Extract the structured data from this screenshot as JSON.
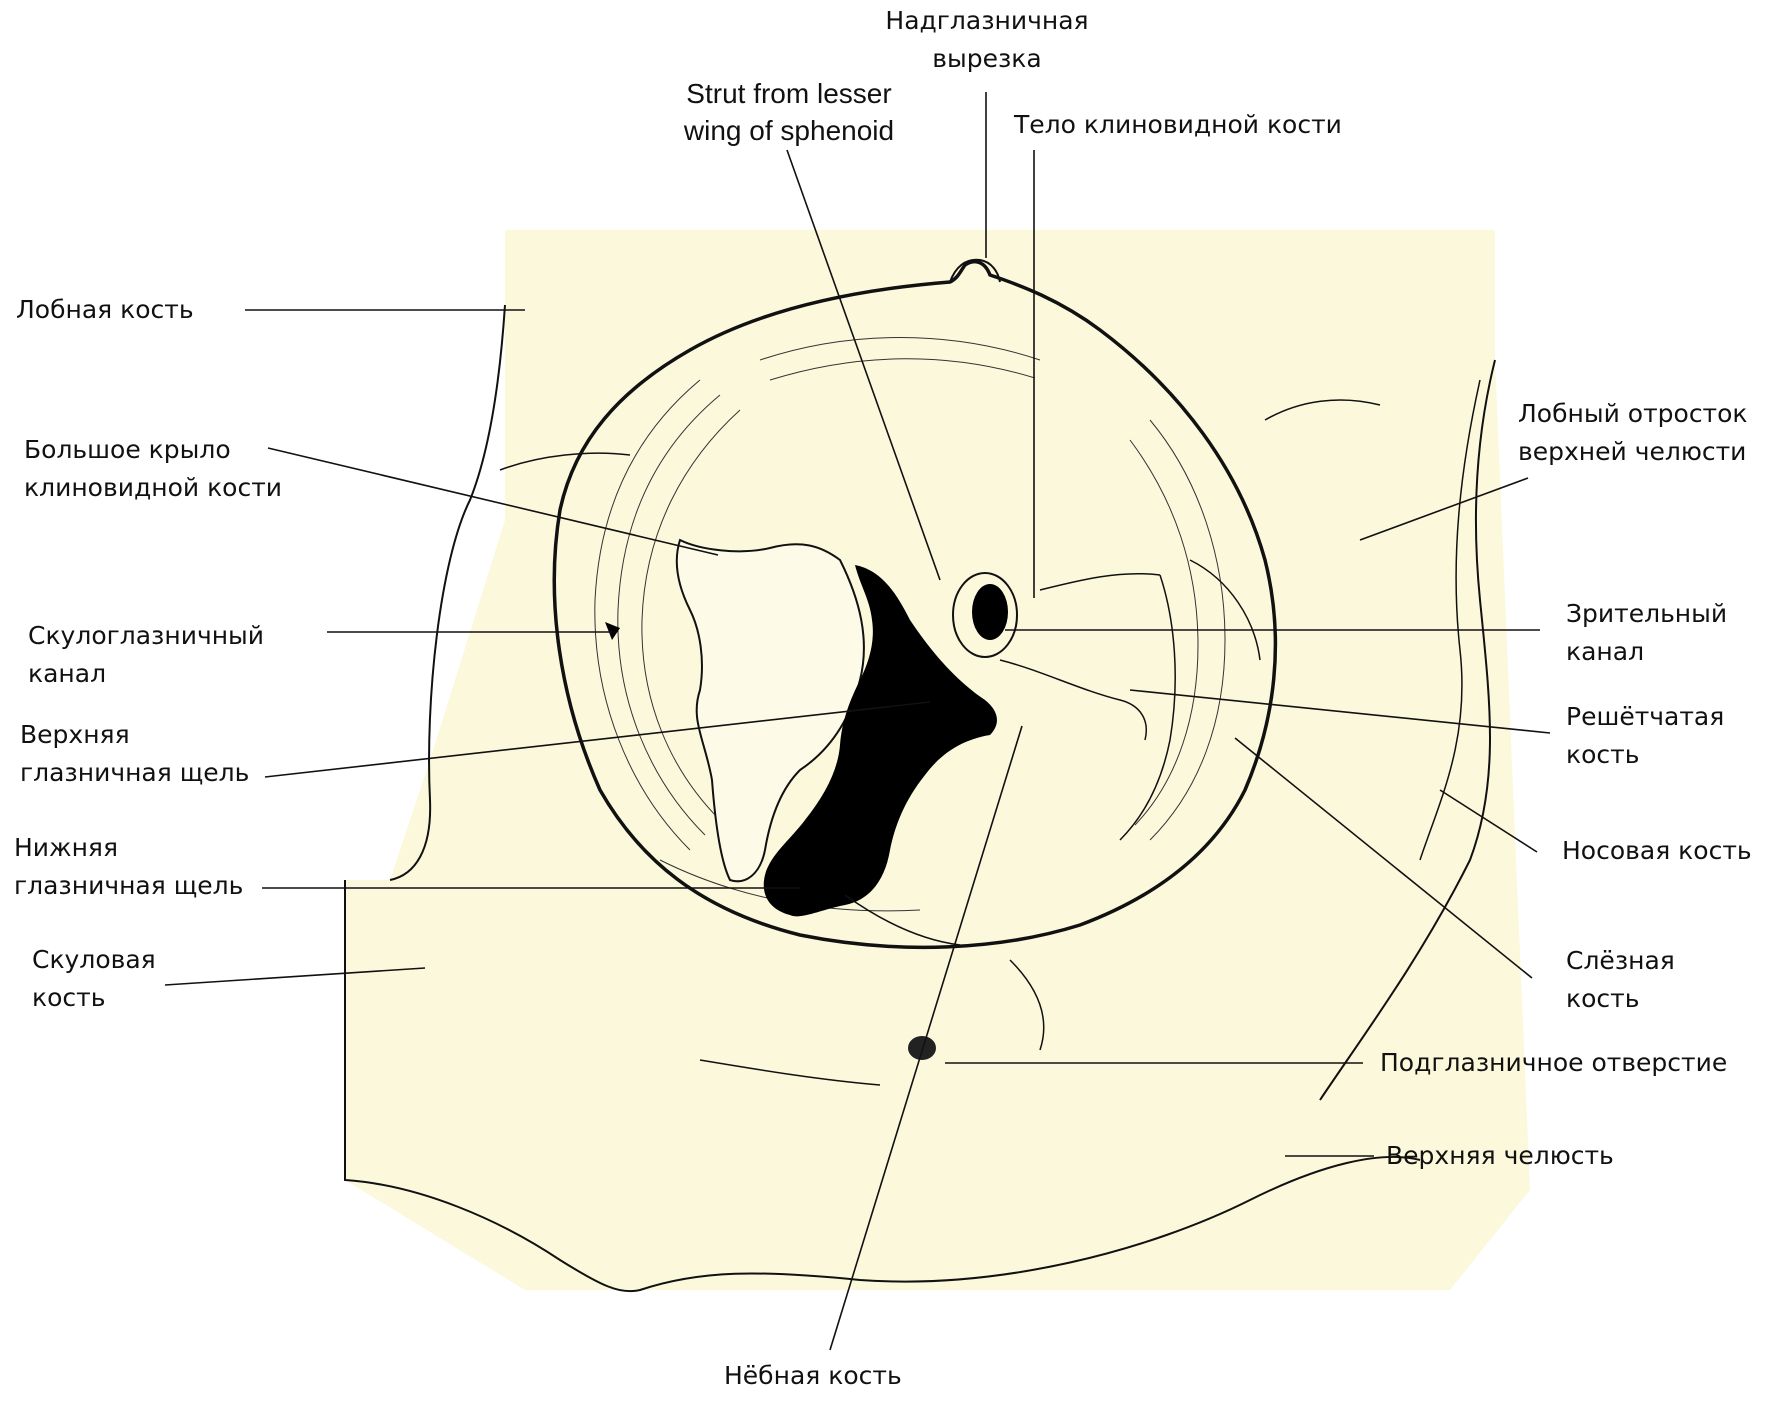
{
  "colors": {
    "background": "#ffffff",
    "bone_fill": "#fbf8dc",
    "ink": "#111111",
    "fissure": "#000000"
  },
  "labels": {
    "supraorbital_notch": [
      "Надглазничная",
      "вырезка"
    ],
    "strut_lesser_wing": [
      "Strut from lesser",
      "wing of sphenoid"
    ],
    "sphenoid_body": "Тело клиновидной кости",
    "frontal_bone": "Лобная кость",
    "greater_wing": [
      "Большое крыло",
      "клиновидной кости"
    ],
    "zygomatico_orbital_canal": [
      "Скулоглазничный",
      "канал"
    ],
    "superior_orbital_fissure": [
      "Верхняя",
      "глазничная щель"
    ],
    "inferior_orbital_fissure": [
      "Нижняя",
      "глазничная щель"
    ],
    "zygomatic_bone": [
      "Скуловая",
      "кость"
    ],
    "frontal_process_maxilla": [
      "Лобный отросток",
      "верхней челюсти"
    ],
    "optic_canal": [
      "Зрительный",
      "канал"
    ],
    "ethmoid_bone": [
      "Решётчатая",
      "кость"
    ],
    "nasal_bone": "Носовая кость",
    "lacrimal_bone": [
      "Слёзная",
      "кость"
    ],
    "infraorbital_foramen": "Подглазничное отверстие",
    "maxilla": "Верхняя челюсть",
    "palatine_bone": "Нёбная кость"
  }
}
